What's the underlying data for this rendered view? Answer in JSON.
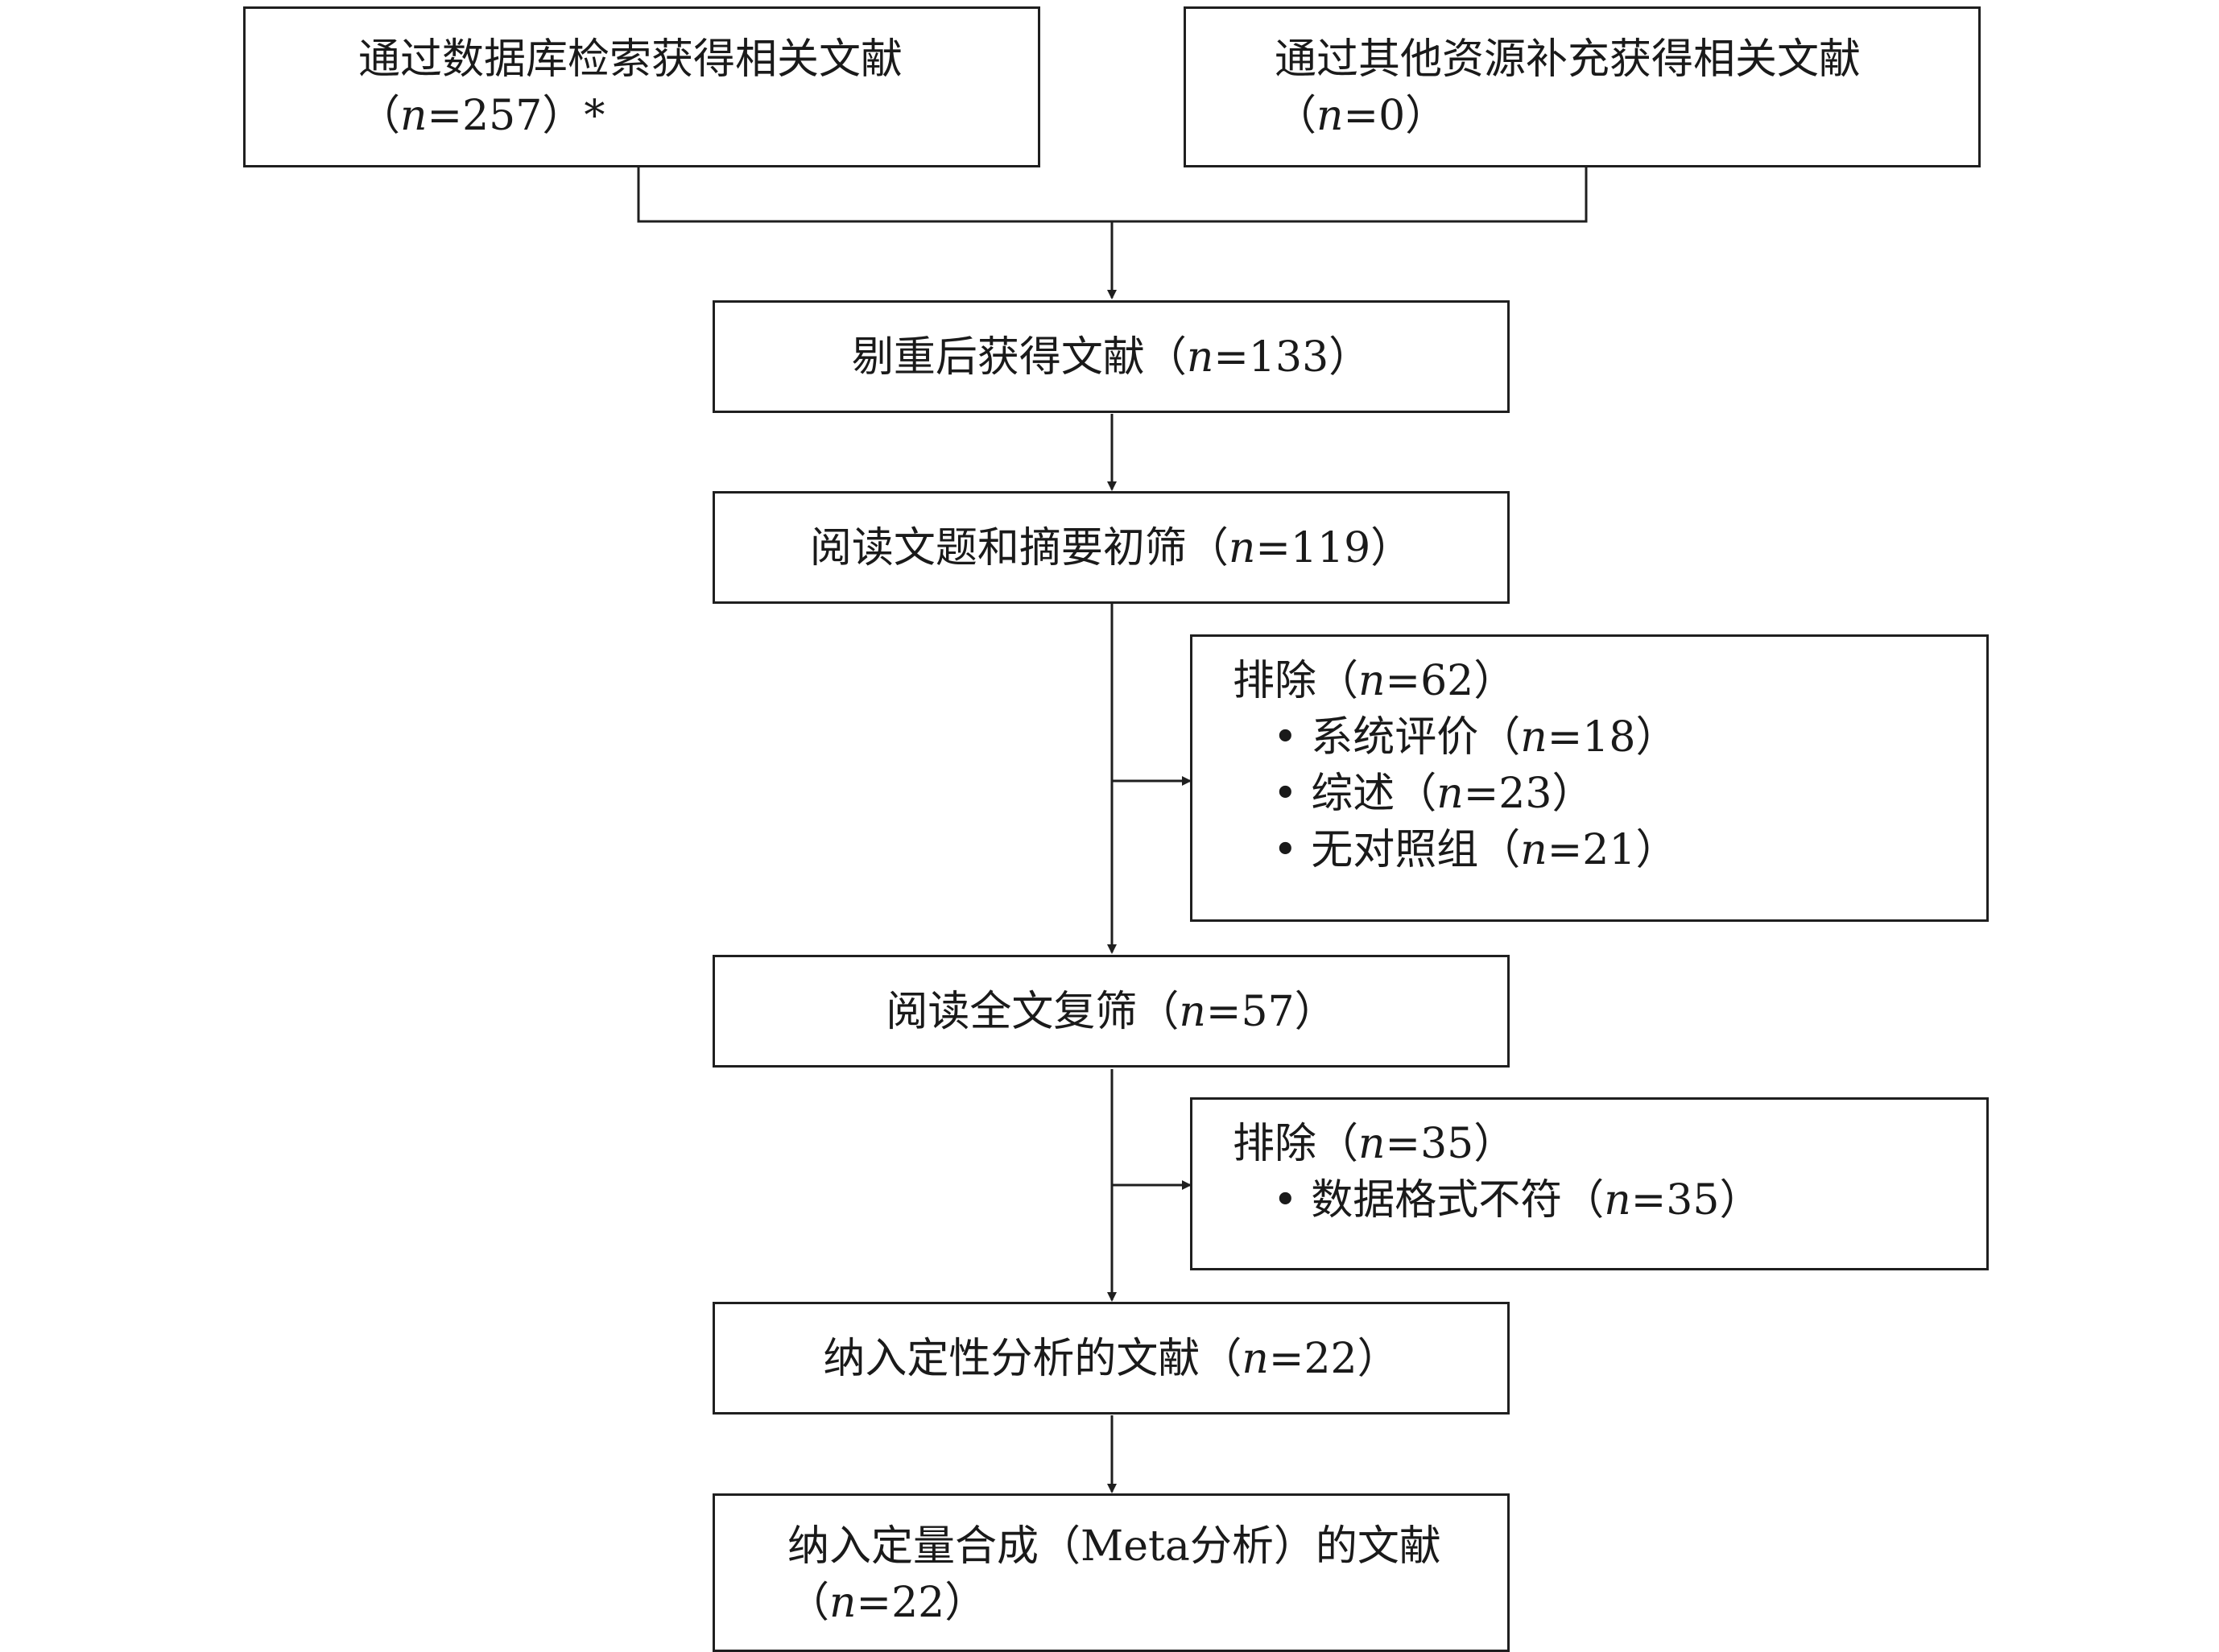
{
  "boxes": {
    "db_search": {
      "line1": "通过数据库检索获得相关文献",
      "line2_prefix": "（",
      "n_label": "n",
      "line2_value": "=257",
      "line2_suffix": "）*"
    },
    "other_src": {
      "line1": "通过其他资源补充获得相关文献",
      "line2_prefix": "（",
      "n_label": "n",
      "line2_value": "=0",
      "line2_suffix": "）"
    },
    "dedup": {
      "prefix": "剔重后获得文献（",
      "n_label": "n",
      "value": "=133",
      "suffix": "）"
    },
    "title_abs": {
      "prefix": "阅读文题和摘要初筛（",
      "n_label": "n",
      "value": "=119",
      "suffix": "）"
    },
    "exclude1": {
      "title_prefix": "排除（",
      "n_label": "n",
      "title_value": "=62",
      "title_suffix": "）",
      "items": [
        {
          "bullet": "•",
          "label": "系统评价（",
          "n_label": "n",
          "value": "=18",
          "suffix": "）"
        },
        {
          "bullet": "•",
          "label": "综述（",
          "n_label": "n",
          "value": "=23",
          "suffix": "）"
        },
        {
          "bullet": "•",
          "label": "无对照组（",
          "n_label": "n",
          "value": "=21",
          "suffix": "）"
        }
      ]
    },
    "fulltext": {
      "prefix": "阅读全文复筛（",
      "n_label": "n",
      "value": "=57",
      "suffix": "）"
    },
    "exclude2": {
      "title_prefix": "排除（",
      "n_label": "n",
      "title_value": "=35",
      "title_suffix": "）",
      "items": [
        {
          "bullet": "•",
          "label": "数据格式不符（",
          "n_label": "n",
          "value": "=35",
          "suffix": "）"
        }
      ]
    },
    "qualitative": {
      "prefix": "纳入定性分析的文献（",
      "n_label": "n",
      "value": "=22",
      "suffix": "）"
    },
    "quantitative": {
      "line1": "纳入定量合成（Meta分析）的文献",
      "line2_prefix": "（",
      "n_label": "n",
      "line2_value": "=22",
      "line2_suffix": "）"
    }
  },
  "colors": {
    "line": "#1f1f1f",
    "background": "#ffffff"
  }
}
